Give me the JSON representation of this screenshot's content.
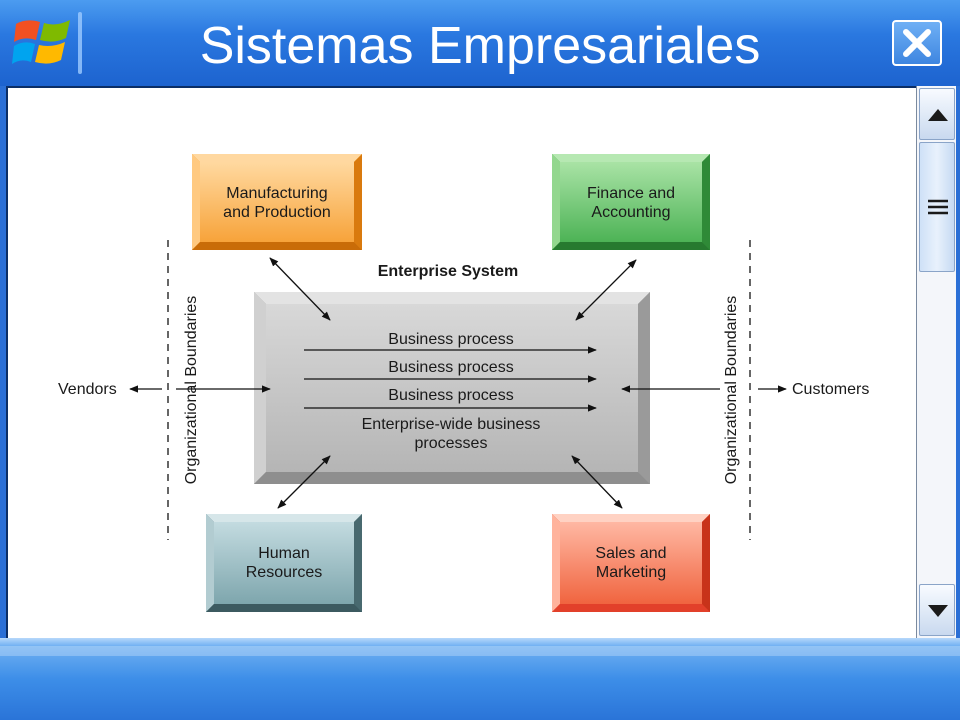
{
  "window": {
    "title": "Sistemas Empresariales"
  },
  "colors": {
    "manufacturing": "#f7a33a",
    "finance": "#4db356",
    "human_resources": "#5f8a93",
    "sales": "#e84a2f",
    "enterprise_box": "#b9b9b9"
  },
  "diagram": {
    "center_title": "Enterprise System",
    "processes": [
      "Business process",
      "Business process",
      "Business process"
    ],
    "enterprise_wide_line1": "Enterprise-wide business",
    "enterprise_wide_line2": "processes",
    "manufacturing_line1": "Manufacturing",
    "manufacturing_line2": "and Production",
    "finance_line1": "Finance and",
    "finance_line2": "Accounting",
    "hr_line1": "Human",
    "hr_line2": "Resources",
    "sales_line1": "Sales and",
    "sales_line2": "Marketing",
    "left_boundary": "Organizational Boundaries",
    "right_boundary": "Organizational Boundaries",
    "vendors": "Vendors",
    "customers": "Customers"
  },
  "icons": {
    "logo": "windows-logo-icon",
    "close": "close-icon",
    "scroll_up": "arrow-up-icon",
    "scroll_thumb": "grip-icon",
    "scroll_down": "arrow-down-icon"
  }
}
